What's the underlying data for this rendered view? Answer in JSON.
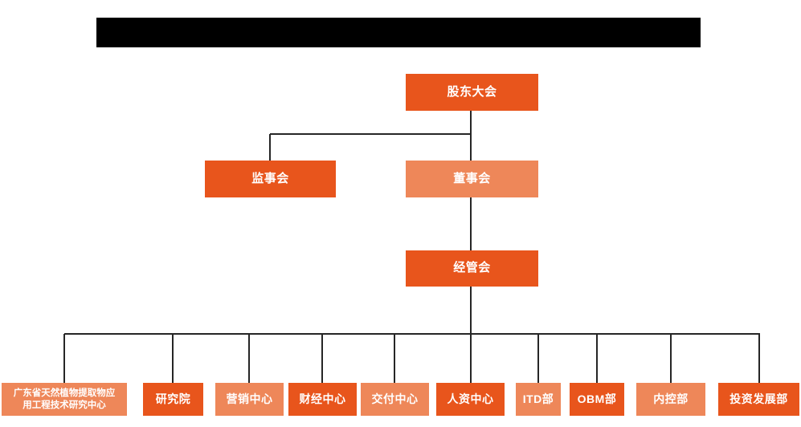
{
  "page": {
    "background_color": "#ffffff",
    "title_bar": {
      "redacted": true,
      "color": "#000000"
    }
  },
  "theme": {
    "dark_orange": "#E8551C",
    "light_orange": "#EE8759",
    "line_color": "#262626",
    "text_color": "#ffffff"
  },
  "chart_data": {
    "type": "diagram",
    "diagram_type": "organization-chart",
    "orientation": "top-down",
    "title": "",
    "levels": [
      {
        "level": 1,
        "nodes": [
          {
            "id": "shareholders",
            "label": "股东大会",
            "fill": "#E8551C",
            "shade": "dark"
          }
        ]
      },
      {
        "level": 2,
        "nodes": [
          {
            "id": "supervisors",
            "label": "监事会",
            "fill": "#E8551C",
            "shade": "dark",
            "parent": "shareholders"
          },
          {
            "id": "directors",
            "label": "董事会",
            "fill": "#EE8759",
            "shade": "light",
            "parent": "shareholders"
          }
        ]
      },
      {
        "level": 3,
        "nodes": [
          {
            "id": "management",
            "label": "经管会",
            "fill": "#E8551C",
            "shade": "dark",
            "parent": "directors"
          }
        ]
      },
      {
        "level": 4,
        "nodes": [
          {
            "id": "gd-center",
            "label": "广东省天然植物提取物应\n用工程技术研究中心",
            "fill": "#EE8759",
            "shade": "light",
            "parent": "management"
          },
          {
            "id": "research-institute",
            "label": "研究院",
            "fill": "#E8551C",
            "shade": "dark",
            "parent": "management"
          },
          {
            "id": "marketing-center",
            "label": "营销中心",
            "fill": "#EE8759",
            "shade": "light",
            "parent": "management"
          },
          {
            "id": "finance-center",
            "label": "财经中心",
            "fill": "#E8551C",
            "shade": "dark",
            "parent": "management"
          },
          {
            "id": "delivery-center",
            "label": "交付中心",
            "fill": "#EE8759",
            "shade": "light",
            "parent": "management"
          },
          {
            "id": "hr-center",
            "label": "人资中心",
            "fill": "#E8551C",
            "shade": "dark",
            "parent": "management"
          },
          {
            "id": "itd-dept",
            "label": "ITD部",
            "fill": "#EE8759",
            "shade": "light",
            "parent": "management"
          },
          {
            "id": "obm-dept",
            "label": "OBM部",
            "fill": "#E8551C",
            "shade": "dark",
            "parent": "management"
          },
          {
            "id": "internal-control-dept",
            "label": "内控部",
            "fill": "#EE8759",
            "shade": "light",
            "parent": "management"
          },
          {
            "id": "investment-dev-dept",
            "label": "投资发展部",
            "fill": "#E8551C",
            "shade": "dark",
            "parent": "management"
          }
        ]
      }
    ],
    "edges": [
      {
        "from": "shareholders",
        "to": "supervisors"
      },
      {
        "from": "shareholders",
        "to": "directors"
      },
      {
        "from": "directors",
        "to": "management"
      },
      {
        "from": "management",
        "to": "gd-center"
      },
      {
        "from": "management",
        "to": "research-institute"
      },
      {
        "from": "management",
        "to": "marketing-center"
      },
      {
        "from": "management",
        "to": "finance-center"
      },
      {
        "from": "management",
        "to": "delivery-center"
      },
      {
        "from": "management",
        "to": "hr-center"
      },
      {
        "from": "management",
        "to": "itd-dept"
      },
      {
        "from": "management",
        "to": "obm-dept"
      },
      {
        "from": "management",
        "to": "internal-control-dept"
      },
      {
        "from": "management",
        "to": "investment-dev-dept"
      }
    ]
  },
  "nodes": {
    "shareholders": "股东大会",
    "supervisors": "监事会",
    "directors": "董事会",
    "management": "经管会",
    "gd_center": "广东省天然植物提取物应\n用工程技术研究中心",
    "research_institute": "研究院",
    "marketing_center": "营销中心",
    "finance_center": "财经中心",
    "delivery_center": "交付中心",
    "hr_center": "人资中心",
    "itd_dept": "ITD部",
    "obm_dept": "OBM部",
    "internal_control_dept": "内控部",
    "investment_dev_dept": "投资发展部"
  }
}
